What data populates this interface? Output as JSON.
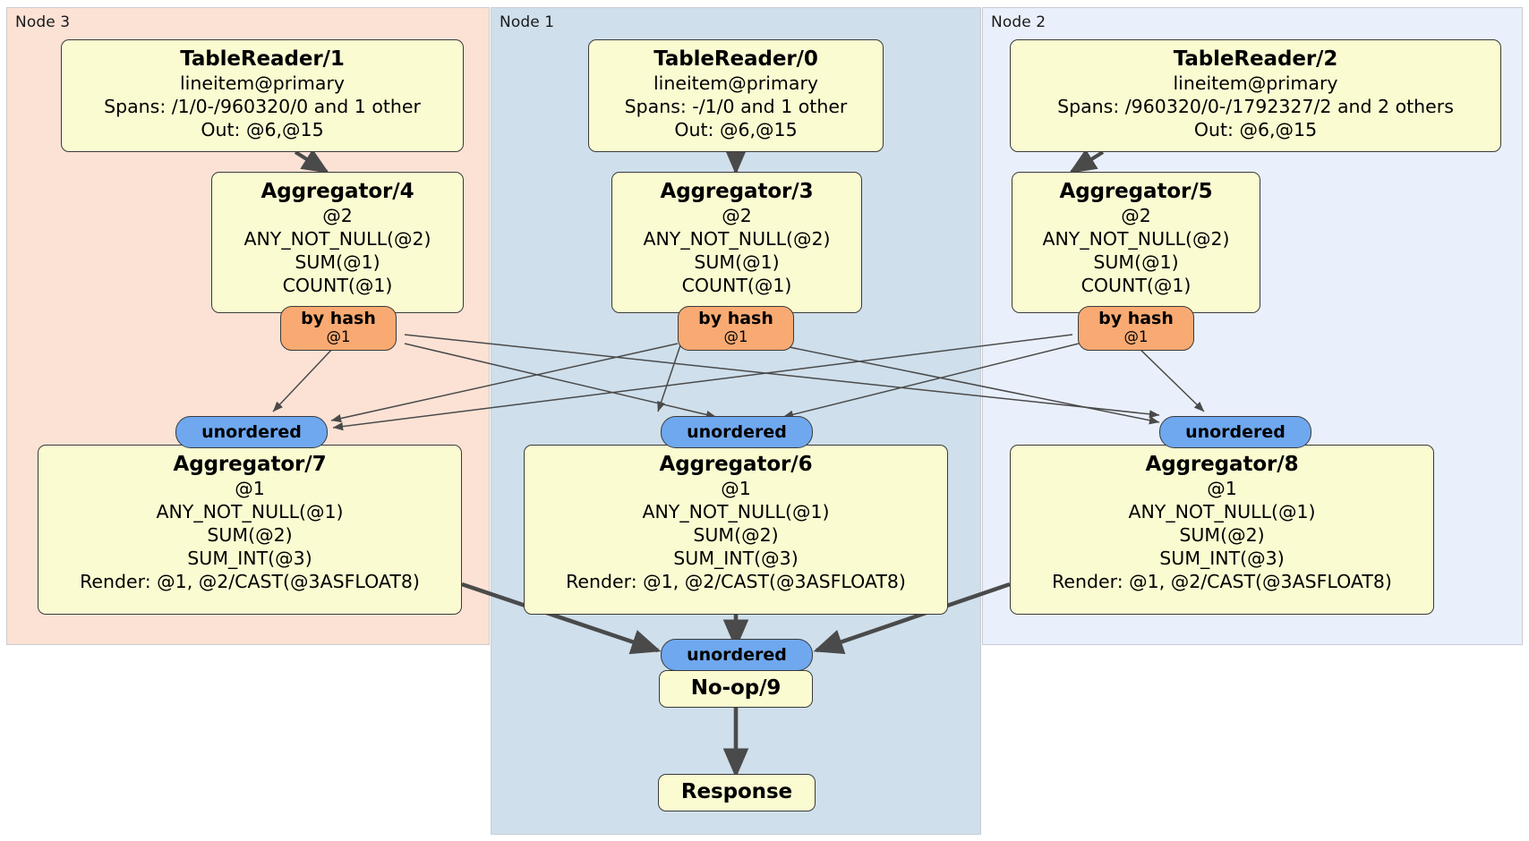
{
  "diagram": {
    "type": "distributed-query-plan",
    "regions": [
      {
        "id": "node3",
        "label": "Node 3",
        "color": "#fbe2d5"
      },
      {
        "id": "node1",
        "label": "Node 1",
        "color": "#cfdfeb"
      },
      {
        "id": "node2",
        "label": "Node 2",
        "color": "#eaf0fb"
      }
    ],
    "processors": [
      {
        "id": "tr1",
        "title": "TableReader/1",
        "region": "node3",
        "lines": [
          "lineitem@primary",
          "Spans: /1/0-/960320/0 and 1 other",
          "Out: @6,@15"
        ]
      },
      {
        "id": "tr0",
        "title": "TableReader/0",
        "region": "node1",
        "lines": [
          "lineitem@primary",
          "Spans: -/1/0 and 1 other",
          "Out: @6,@15"
        ]
      },
      {
        "id": "tr2",
        "title": "TableReader/2",
        "region": "node2",
        "lines": [
          "lineitem@primary",
          "Spans: /960320/0-/1792327/2 and 2 others",
          "Out: @6,@15"
        ]
      },
      {
        "id": "agg4",
        "title": "Aggregator/4",
        "region": "node3",
        "lines": [
          "@2",
          "ANY_NOT_NULL(@2)",
          "SUM(@1)",
          "COUNT(@1)"
        ]
      },
      {
        "id": "agg3",
        "title": "Aggregator/3",
        "region": "node1",
        "lines": [
          "@2",
          "ANY_NOT_NULL(@2)",
          "SUM(@1)",
          "COUNT(@1)"
        ]
      },
      {
        "id": "agg5",
        "title": "Aggregator/5",
        "region": "node2",
        "lines": [
          "@2",
          "ANY_NOT_NULL(@2)",
          "SUM(@1)",
          "COUNT(@1)"
        ]
      },
      {
        "id": "agg7",
        "title": "Aggregator/7",
        "region": "node3",
        "lines": [
          "@1",
          "ANY_NOT_NULL(@1)",
          "SUM(@2)",
          "SUM_INT(@3)",
          "Render: @1, @2/CAST(@3ASFLOAT8)"
        ]
      },
      {
        "id": "agg6",
        "title": "Aggregator/6",
        "region": "node1",
        "lines": [
          "@1",
          "ANY_NOT_NULL(@1)",
          "SUM(@2)",
          "SUM_INT(@3)",
          "Render: @1, @2/CAST(@3ASFLOAT8)"
        ]
      },
      {
        "id": "agg8",
        "title": "Aggregator/8",
        "region": "node2",
        "lines": [
          "@1",
          "ANY_NOT_NULL(@1)",
          "SUM(@2)",
          "SUM_INT(@3)",
          "Render: @1, @2/CAST(@3ASFLOAT8)"
        ]
      },
      {
        "id": "noop9",
        "title": "No-op/9",
        "region": "node1",
        "lines": []
      },
      {
        "id": "response",
        "title": "Response",
        "region": "node1",
        "lines": []
      }
    ],
    "routers": [
      {
        "id": "hash4",
        "kind": "by-hash",
        "label": "by hash",
        "sub": "@1",
        "region": "node3",
        "color": "#f8aa72"
      },
      {
        "id": "hash3",
        "kind": "by-hash",
        "label": "by hash",
        "sub": "@1",
        "region": "node1",
        "color": "#f8aa72"
      },
      {
        "id": "hash5",
        "kind": "by-hash",
        "label": "by hash",
        "sub": "@1",
        "region": "node2",
        "color": "#f8aa72"
      }
    ],
    "synchronizers": [
      {
        "id": "sync7",
        "label": "unordered",
        "region": "node3",
        "color": "#6fa8ef"
      },
      {
        "id": "sync6",
        "label": "unordered",
        "region": "node1",
        "color": "#6fa8ef"
      },
      {
        "id": "sync8",
        "label": "unordered",
        "region": "node2",
        "color": "#6fa8ef"
      },
      {
        "id": "sync9",
        "label": "unordered",
        "region": "node1",
        "color": "#6fa8ef"
      }
    ],
    "edges": [
      {
        "from": "tr1",
        "to": "agg4"
      },
      {
        "from": "tr0",
        "to": "agg3"
      },
      {
        "from": "tr2",
        "to": "agg5"
      },
      {
        "from": "hash4",
        "to": "sync7"
      },
      {
        "from": "hash4",
        "to": "sync6"
      },
      {
        "from": "hash4",
        "to": "sync8"
      },
      {
        "from": "hash3",
        "to": "sync7"
      },
      {
        "from": "hash3",
        "to": "sync6"
      },
      {
        "from": "hash3",
        "to": "sync8"
      },
      {
        "from": "hash5",
        "to": "sync7"
      },
      {
        "from": "hash5",
        "to": "sync6"
      },
      {
        "from": "hash5",
        "to": "sync8"
      },
      {
        "from": "agg7",
        "to": "sync9"
      },
      {
        "from": "agg6",
        "to": "sync9"
      },
      {
        "from": "agg8",
        "to": "sync9"
      },
      {
        "from": "noop9",
        "to": "response"
      }
    ]
  }
}
